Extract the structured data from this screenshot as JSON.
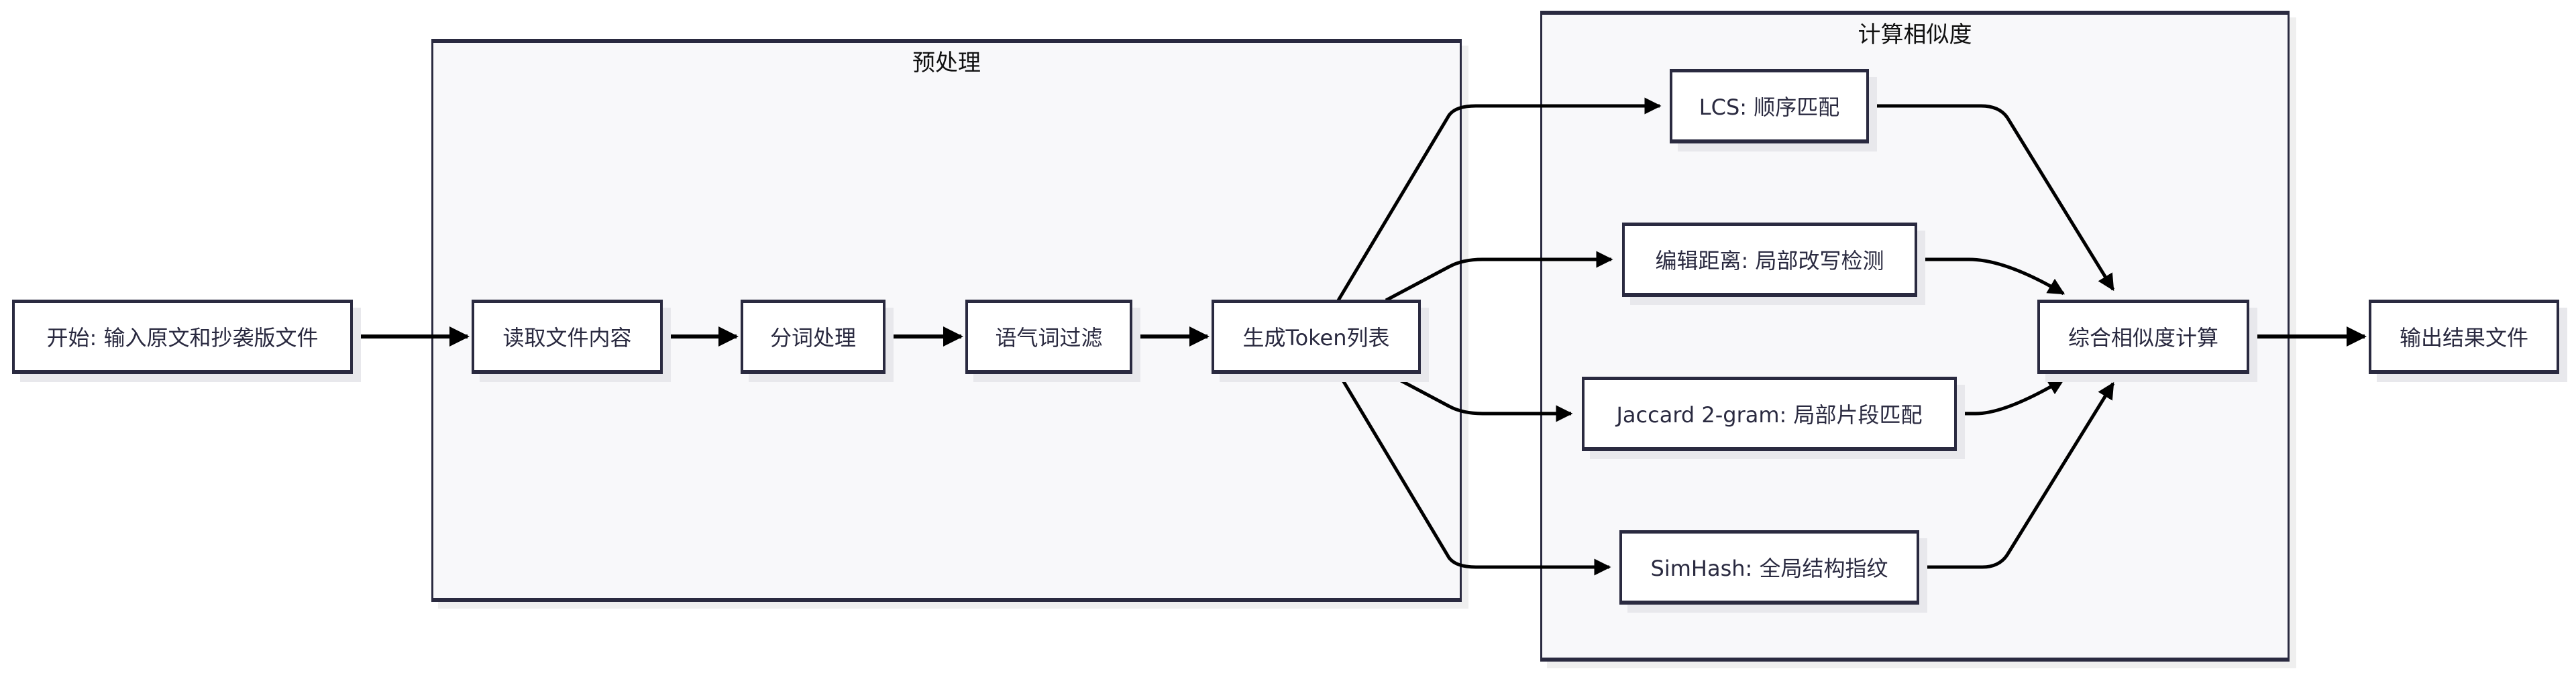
{
  "groups": {
    "preprocess": {
      "title": "预处理"
    },
    "similarity": {
      "title": "计算相似度"
    }
  },
  "nodes": {
    "start": {
      "label": "开始: 输入原文和抄袭版文件"
    },
    "read": {
      "label": "读取文件内容"
    },
    "tokenize": {
      "label": "分词处理"
    },
    "filter": {
      "label": "语气词过滤"
    },
    "token_list": {
      "label": "生成Token列表"
    },
    "lcs": {
      "label": "LCS: 顺序匹配"
    },
    "edit": {
      "label": "编辑距离: 局部改写检测"
    },
    "jaccard": {
      "label": "Jaccard 2-gram: 局部片段匹配"
    },
    "simhash": {
      "label": "SimHash: 全局结构指纹"
    },
    "combine": {
      "label": "综合相似度计算"
    },
    "output": {
      "label": "输出结果文件"
    }
  },
  "edges": [
    {
      "from": "start",
      "to": "read"
    },
    {
      "from": "read",
      "to": "tokenize"
    },
    {
      "from": "tokenize",
      "to": "filter"
    },
    {
      "from": "filter",
      "to": "token_list"
    },
    {
      "from": "token_list",
      "to": "lcs"
    },
    {
      "from": "token_list",
      "to": "edit"
    },
    {
      "from": "token_list",
      "to": "jaccard"
    },
    {
      "from": "token_list",
      "to": "simhash"
    },
    {
      "from": "lcs",
      "to": "combine"
    },
    {
      "from": "edit",
      "to": "combine"
    },
    {
      "from": "jaccard",
      "to": "combine"
    },
    {
      "from": "simhash",
      "to": "combine"
    },
    {
      "from": "combine",
      "to": "output"
    }
  ],
  "colors": {
    "border": "#2a2a40",
    "edge": "#000000",
    "group_fill": "#f8f8fa",
    "node_fill": "#ffffff"
  }
}
